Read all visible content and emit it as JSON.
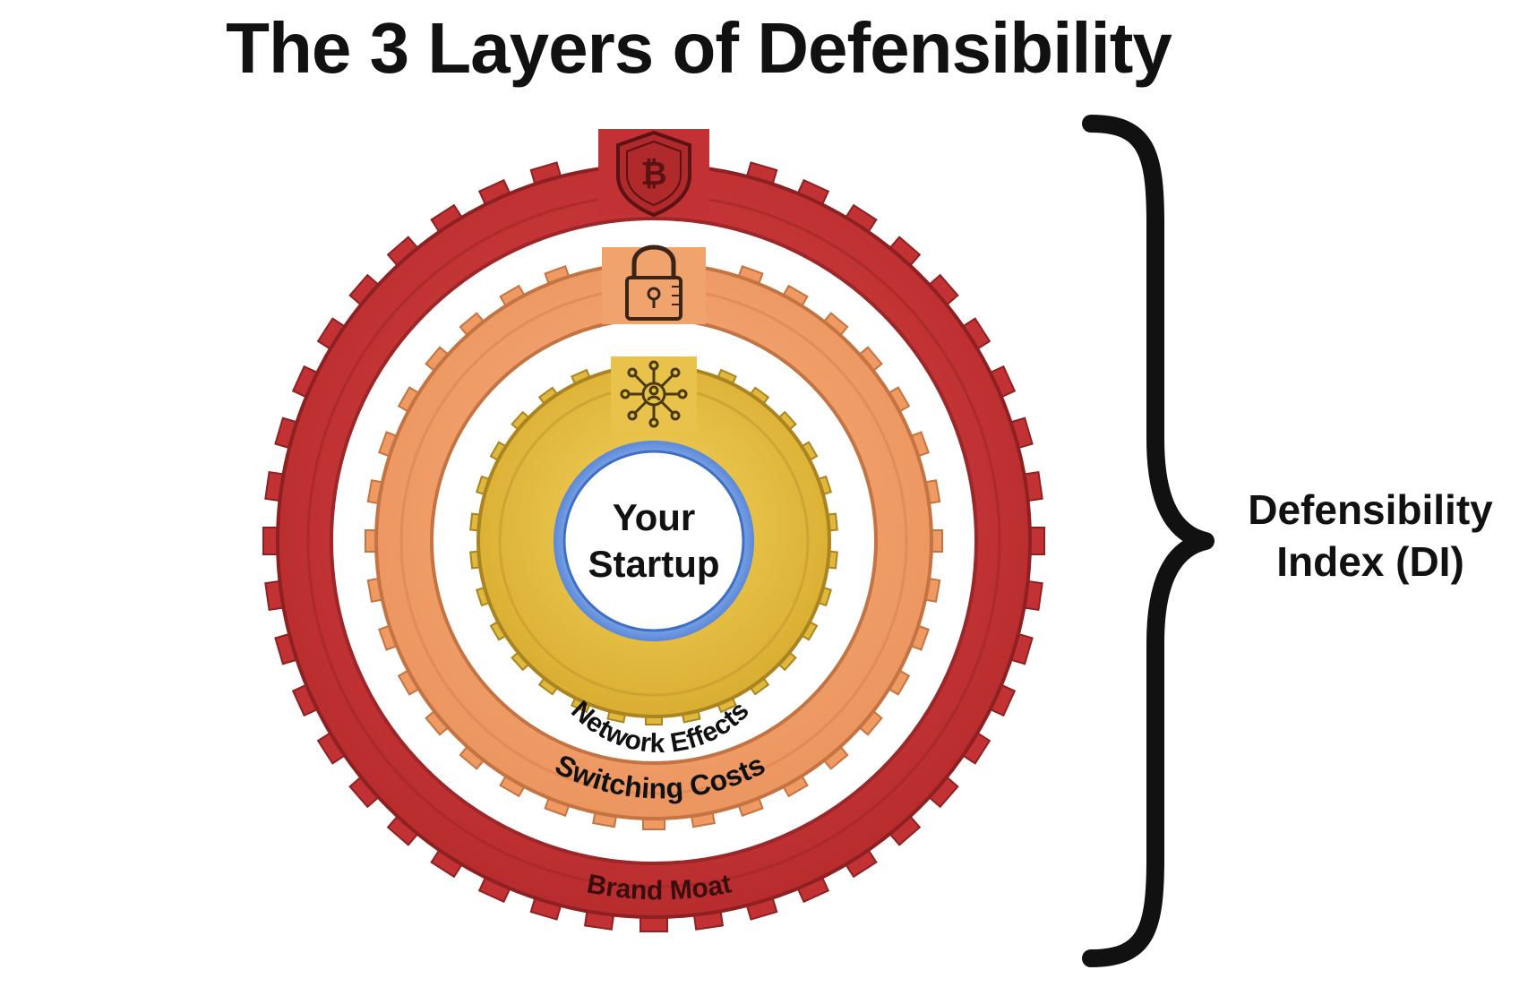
{
  "title": "The 3 Layers of Defensibility",
  "center": {
    "line1": "Your",
    "line2": "Startup"
  },
  "layers": [
    {
      "label": "Network Effects",
      "color": "#E8C24A",
      "icon": "network-icon"
    },
    {
      "label": "Switching Costs",
      "color": "#F3A068",
      "icon": "lock-icon"
    },
    {
      "label": "Brand Moat",
      "color": "#C8383A",
      "icon": "shield-bitcoin-icon"
    }
  ],
  "bracket_label": {
    "line1": "Defensibility",
    "line2": "Index (DI)"
  }
}
